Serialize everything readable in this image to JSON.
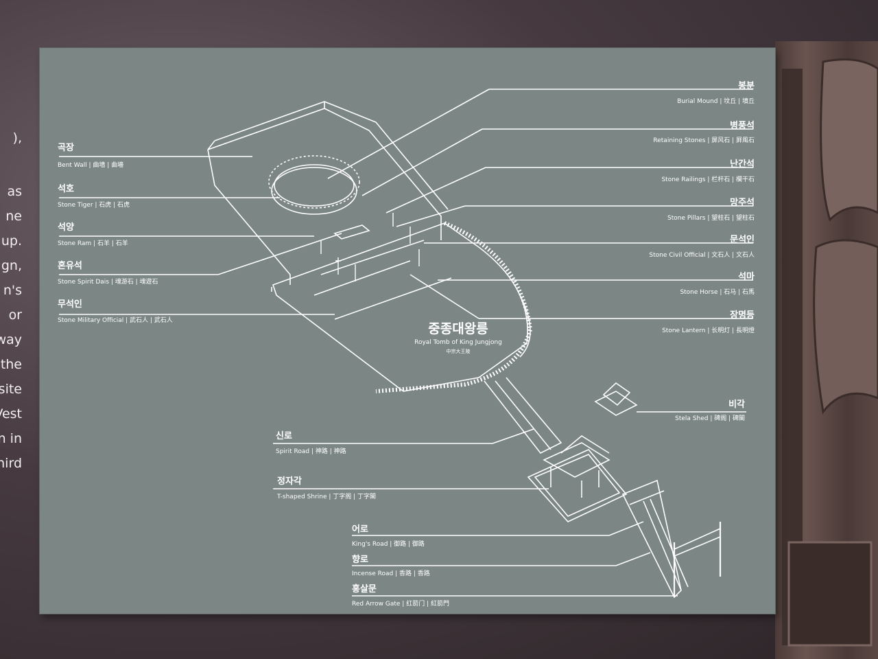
{
  "sign": {
    "title_ko": "중종대왕릉",
    "title_en": "Royal Tomb of King Jungjong",
    "title_hanja": "中宗大王陵"
  },
  "left_text_fragments": [
    "),",
    "as",
    "ne",
    "up.",
    "gn,",
    "n's",
    "or",
    "way",
    "the",
    "site",
    "Vest",
    "n in",
    "hird"
  ],
  "labels_left": [
    {
      "ko": "곡장",
      "en": "Bent Wall | 曲墙 | 曲墻"
    },
    {
      "ko": "석호",
      "en": "Stone Tiger | 石虎 | 石虎"
    },
    {
      "ko": "석양",
      "en": "Stone Ram | 石羊 | 石羊"
    },
    {
      "ko": "혼유석",
      "en": "Stone Spirit Dais | 魂游石 | 魂遊石"
    },
    {
      "ko": "무석인",
      "en": "Stone Military Official | 武石人 | 武石人"
    }
  ],
  "labels_right": [
    {
      "ko": "봉분",
      "en": "Burial Mound | 坟丘 | 墳丘"
    },
    {
      "ko": "병풍석",
      "en": "Retaining Stones | 屏风石 | 屛風石"
    },
    {
      "ko": "난간석",
      "en": "Stone Railings | 栏杆石 | 欄干石"
    },
    {
      "ko": "망주석",
      "en": "Stone Pillars | 望柱石 | 望柱石"
    },
    {
      "ko": "문석인",
      "en": "Stone Civil Official | 文石人 | 文石人"
    },
    {
      "ko": "석마",
      "en": "Stone Horse | 石马 | 石馬"
    },
    {
      "ko": "장명등",
      "en": "Stone Lantern | 长明灯 | 長明燈"
    },
    {
      "ko": "비각",
      "en": "Stela Shed | 碑阁 | 碑閣"
    }
  ],
  "labels_bottom": [
    {
      "ko": "신로",
      "en": "Spirit Road | 神路 | 神路"
    },
    {
      "ko": "정자각",
      "en": "T-shaped Shrine | 丁字阁 | 丁字閣"
    },
    {
      "ko": "어로",
      "en": "King's Road | 御路 | 御路"
    },
    {
      "ko": "향로",
      "en": "Incense Road | 香路 | 香路"
    },
    {
      "ko": "홍살문",
      "en": "Red Arrow Gate | 红箭门 | 紅箭門"
    }
  ],
  "colors": {
    "board": "#7b8685",
    "line": "#ffffff",
    "wall": "#463a40",
    "frame": "#5b4844"
  }
}
